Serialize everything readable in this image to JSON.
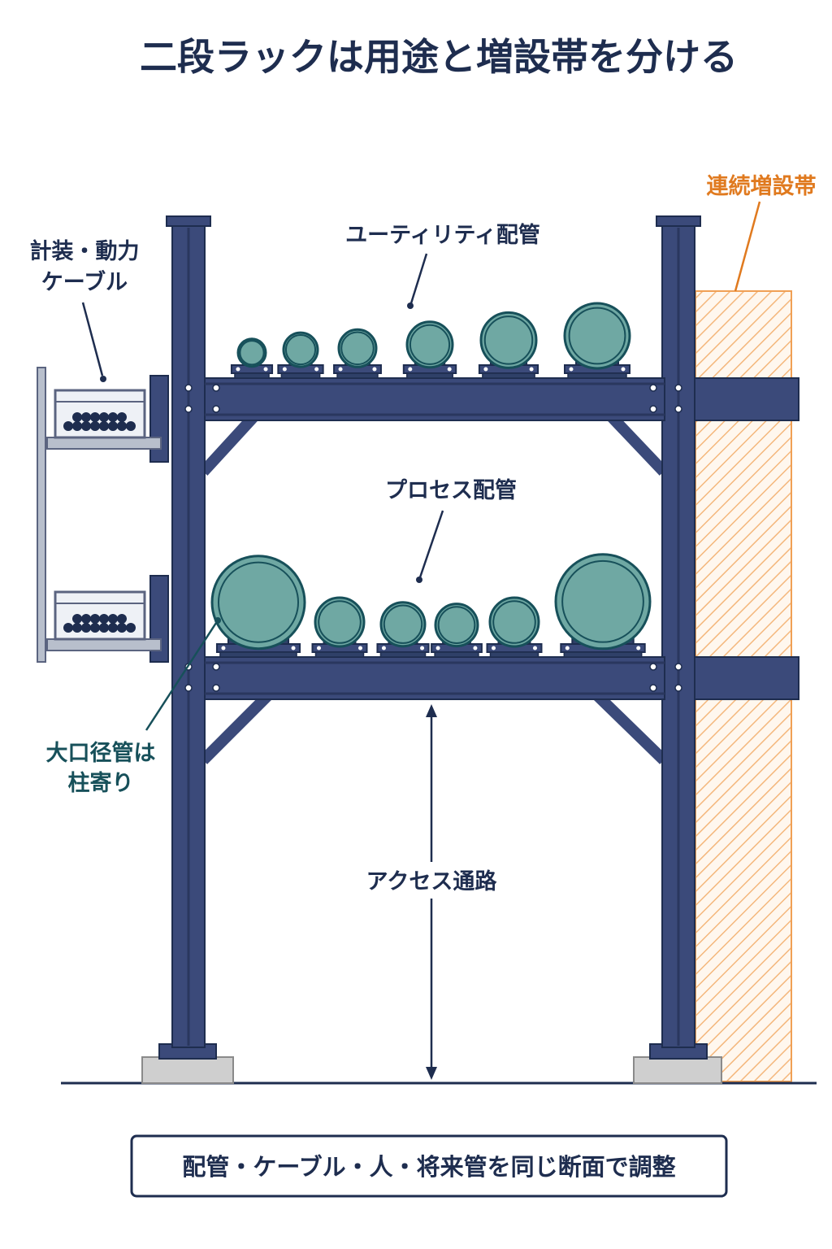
{
  "title": "二段ラックは用途と増設帯を分ける",
  "labels": {
    "cable_line1": "計装・動力",
    "cable_line2": "ケーブル",
    "utility": "ユーティリティ配管",
    "process": "プロセス配管",
    "large_line1": "大口径管は",
    "large_line2": "柱寄り",
    "expansion": "連続増設帯",
    "access": "アクセス通路"
  },
  "caption": "配管・ケーブル・人・将来管を同じ断面で調整",
  "colors": {
    "steel": "#3b4a7a",
    "steel_dark": "#1e2d4f",
    "pipe_fill": "#6fa8a3",
    "pipe_stroke": "#17505a",
    "expansion": "#f0a055",
    "expansion_text": "#e07a1f",
    "concrete": "#cfcfcf",
    "tray": "#b8bfcc"
  },
  "icons": [
    "pipe-icon",
    "cable-tray-icon",
    "double-arrow-icon"
  ]
}
